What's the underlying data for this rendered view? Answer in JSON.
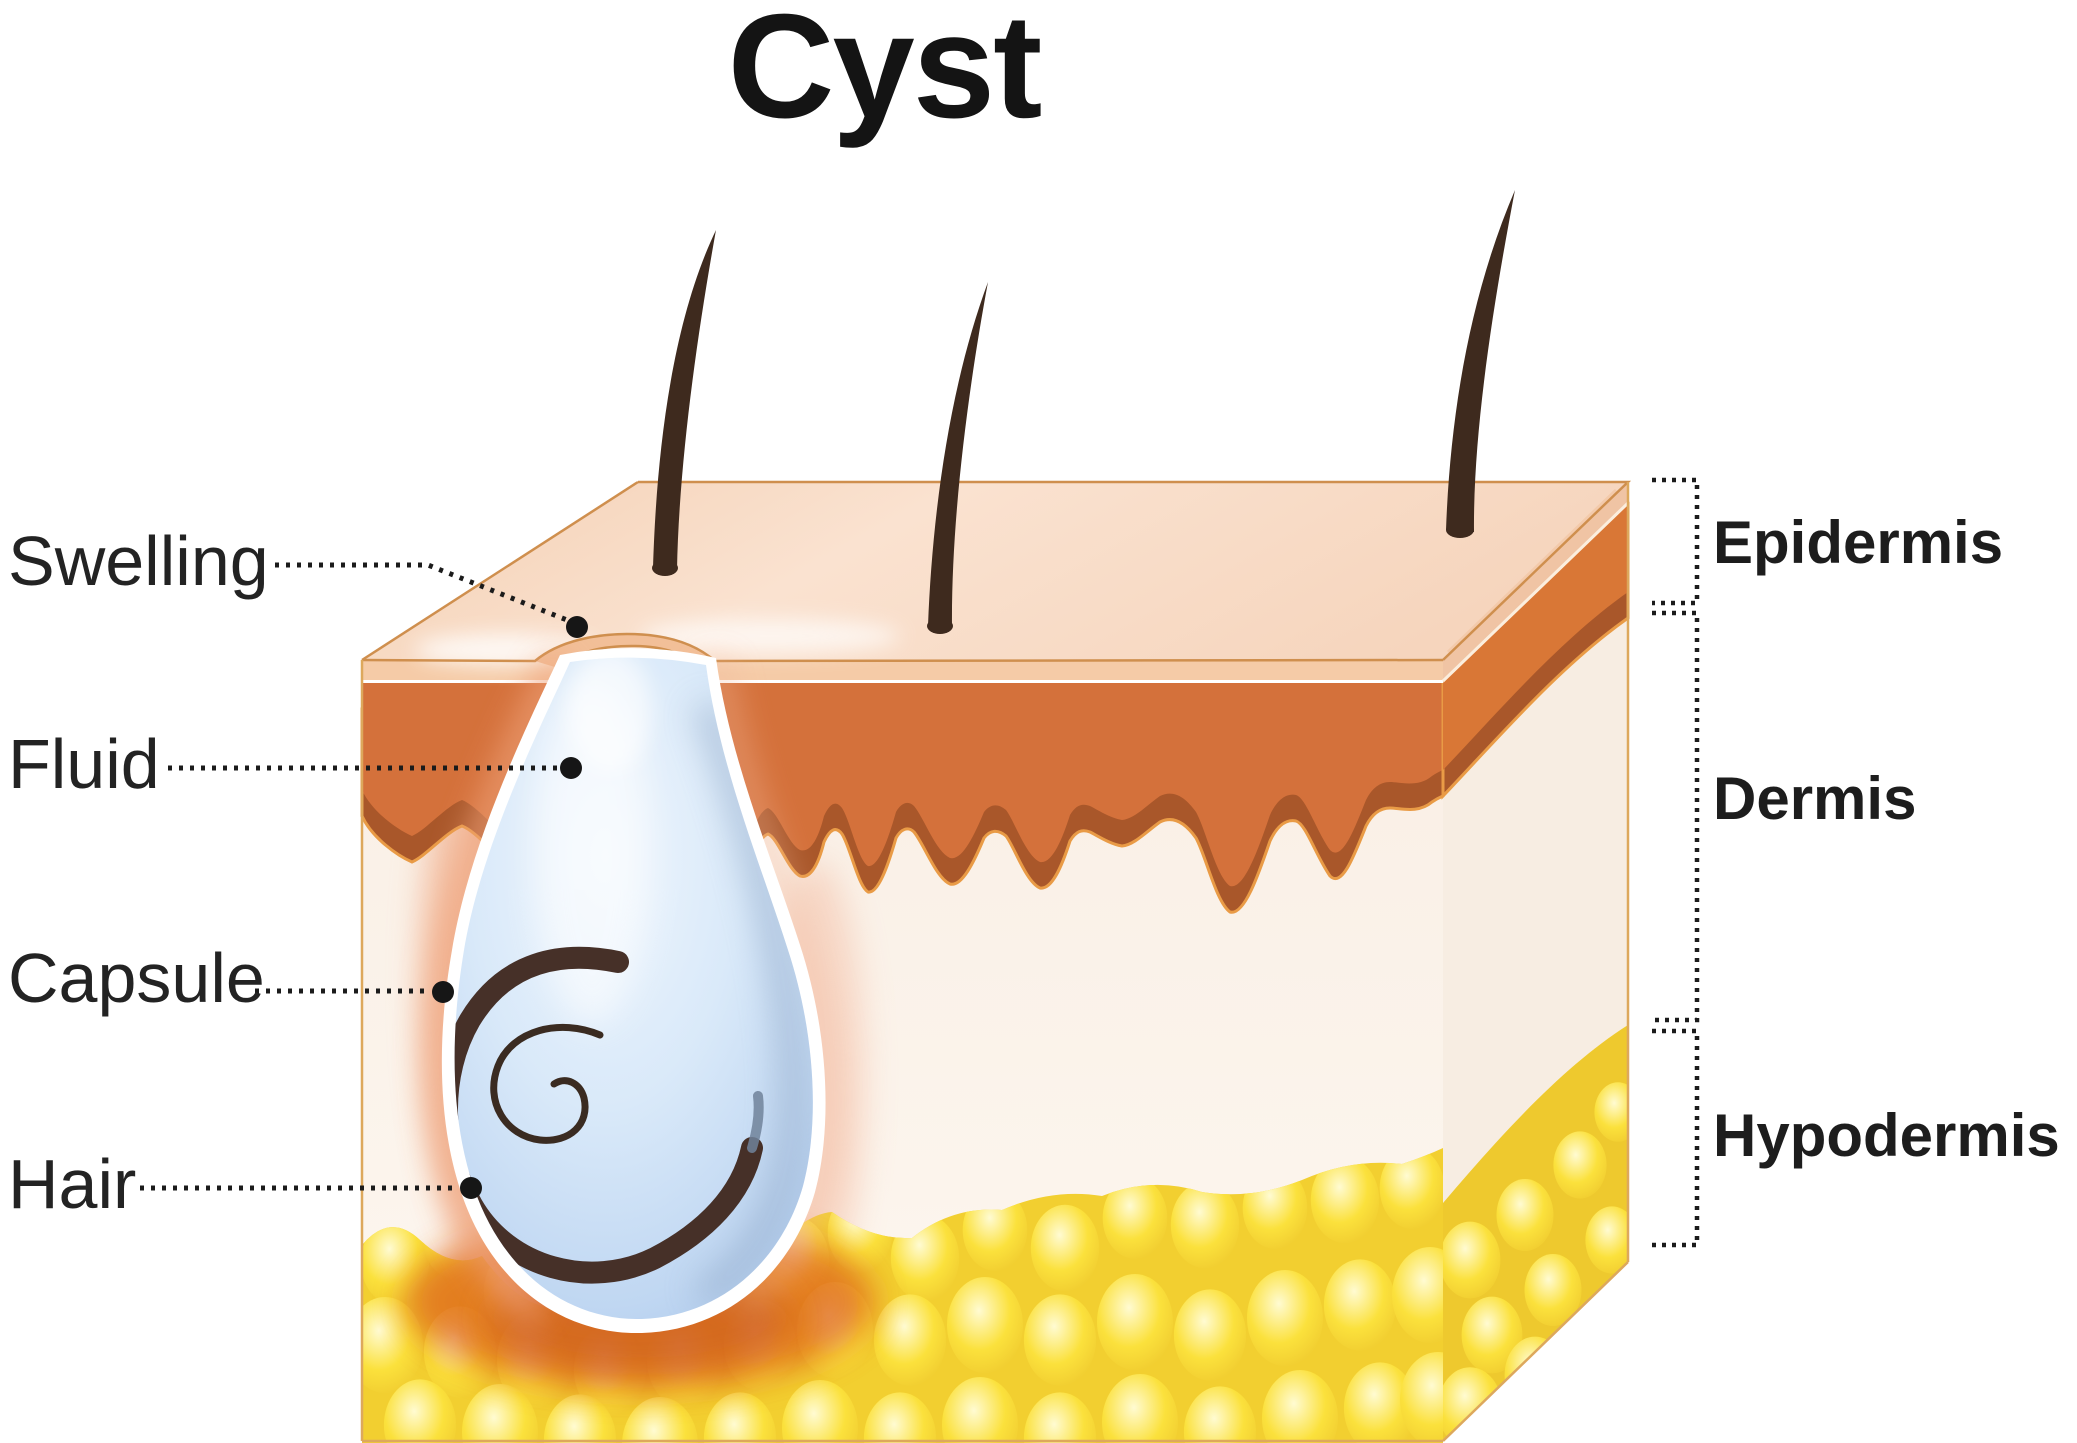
{
  "title": "Cyst",
  "callouts": {
    "swelling": "Swelling",
    "fluid": "Fluid",
    "capsule": "Capsule",
    "hair": "Hair"
  },
  "skin_layers": {
    "epidermis": "Epidermis",
    "dermis": "Dermis",
    "hypodermis": "Hypodermis"
  },
  "colors": {
    "title_text": "#141414",
    "label_text": "#232323",
    "leader_line": "#1b1b1b",
    "skin_surface": "#f8dcc8",
    "epidermis_band": "#f5cba7",
    "dermis_orange": "#d4713b",
    "dermis_underside": "#a9572a",
    "dermis_cream": "#faf1e8",
    "hypodermis_yellow": "#f2cf30",
    "fat_cell_highlight": "#fffacd",
    "cyst_fluid_blue": "#cfe3f7",
    "capsule_white": "#ffffff",
    "inflammation_glow": "#ef9f72",
    "hair_brown": "#3e2a1e"
  }
}
